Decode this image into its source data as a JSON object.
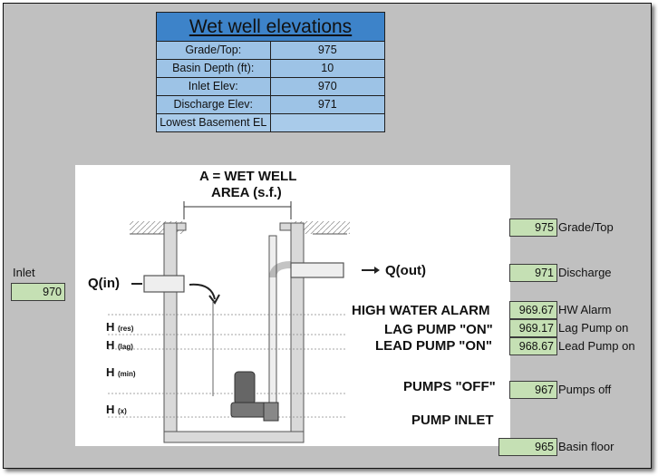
{
  "table": {
    "title": "Wet well elevations",
    "rows": [
      {
        "label": "Grade/Top:",
        "value": "975"
      },
      {
        "label": "Basin Depth (ft):",
        "value": "10"
      },
      {
        "label": "Inlet Elev:",
        "value": "970"
      },
      {
        "label": "Discharge Elev:",
        "value": "971"
      },
      {
        "label": "Lowest Basement EL",
        "value": ""
      }
    ]
  },
  "inlet": {
    "label": "Inlet",
    "value": "970"
  },
  "diagram": {
    "area_title_1": "A = WET WELL",
    "area_title_2": "AREA (s.f.)",
    "q_in": "Q(in)",
    "q_out": "Q(out)",
    "high_water_alarm": "HIGH WATER ALARM",
    "lag_pump_on": "LAG PUMP \"ON\"",
    "lead_pump_on": "LEAD PUMP \"ON\"",
    "pumps_off": "PUMPS \"OFF\"",
    "pump_inlet": "PUMP INLET",
    "h_res": "H",
    "h_res_sub": "(res)",
    "h_lag": "H",
    "h_lag_sub": "(lag)",
    "h_min": "H",
    "h_min_sub": "(min)",
    "h_x": "H",
    "h_x_sub": "(x)"
  },
  "levels": [
    {
      "value": "975",
      "label": "Grade/Top"
    },
    {
      "value": "971",
      "label": "Discharge"
    },
    {
      "value": "969.67",
      "label": "HW Alarm"
    },
    {
      "value": "969.17",
      "label": "Lag Pump on"
    },
    {
      "value": "968.67",
      "label": "Lead Pump on"
    },
    {
      "value": "967",
      "label": "Pumps off"
    },
    {
      "value": "965",
      "label": "Basin floor"
    }
  ],
  "colors": {
    "table_header": "#3d83c9",
    "table_cell": "#9dc3e6",
    "value_cell": "#c5e0b4",
    "background": "#c0c0c0"
  }
}
